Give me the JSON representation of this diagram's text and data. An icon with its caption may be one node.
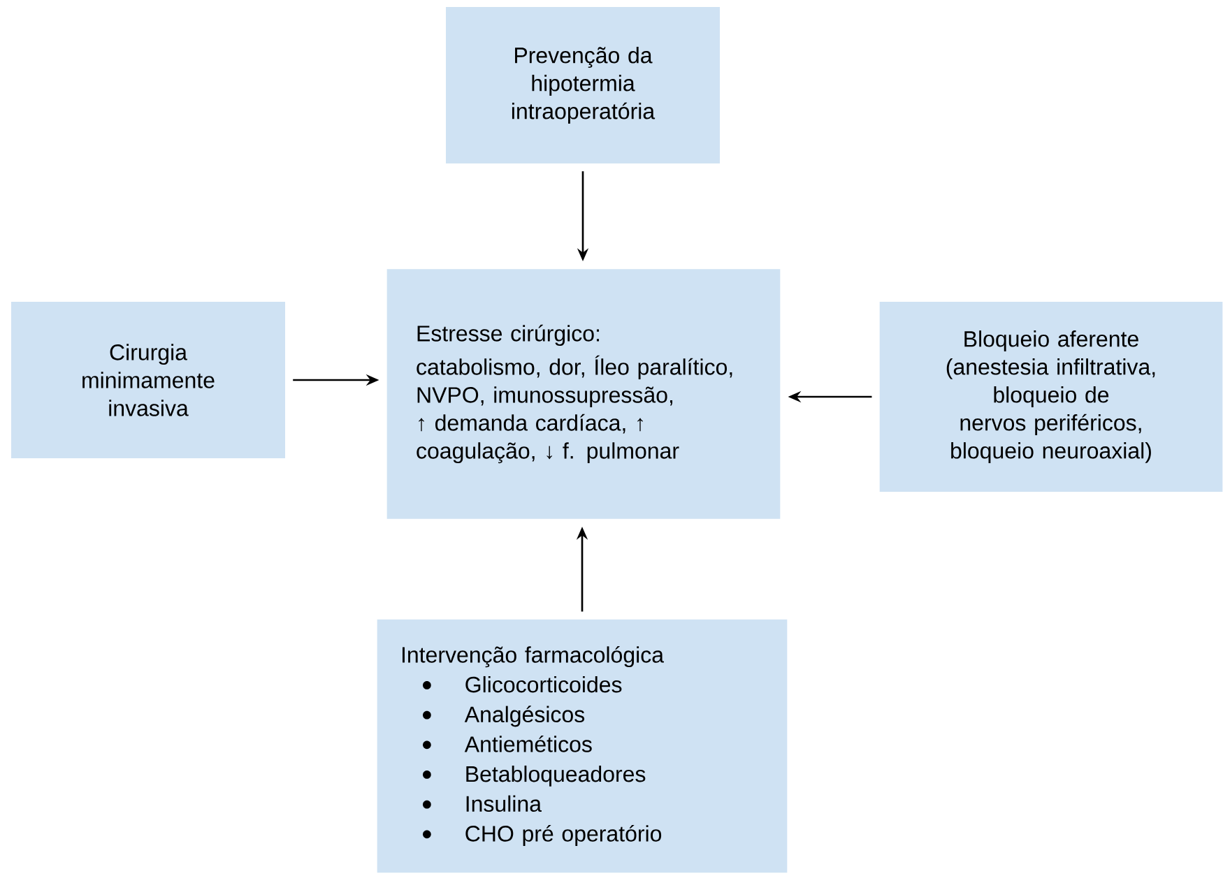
{
  "diagram": {
    "nodes": [
      {
        "text": [
          "Prevenção da hipotermia intraoperatória"
        ]
      },
      {
        "text": [
          "Cirurgia minimamente invasiva"
        ]
      },
      {
        "text": [
          "Estresse cirúrgico:",
          "catabolismo, dor, Íleo paralítico, NVPO, imunossupressão, ↑ demanda cardíaca, ↑ coagulação, ↓ f. pulmonar"
        ]
      },
      {
        "text": [
          "Bloqueio aferente (anestesia infiltrativa, bloqueio de nervos periféricos, bloqueio neuroaxial)"
        ]
      },
      {
        "text": [
          "Intervenção farmacológica",
          "Glicocorticoides",
          "Analgésicos",
          "Antieméticos",
          "Betabloqueadores",
          "Insulina",
          "CHO pré operatório"
        ]
      }
    ],
    "edges": [
      {
        "from": 0,
        "to": 2,
        "arrow": "to"
      },
      {
        "from": 1,
        "to": 2,
        "arrow": "to"
      },
      {
        "from": 3,
        "to": 2,
        "arrow": "to"
      },
      {
        "from": 4,
        "to": 2,
        "arrow": "to"
      }
    ]
  }
}
